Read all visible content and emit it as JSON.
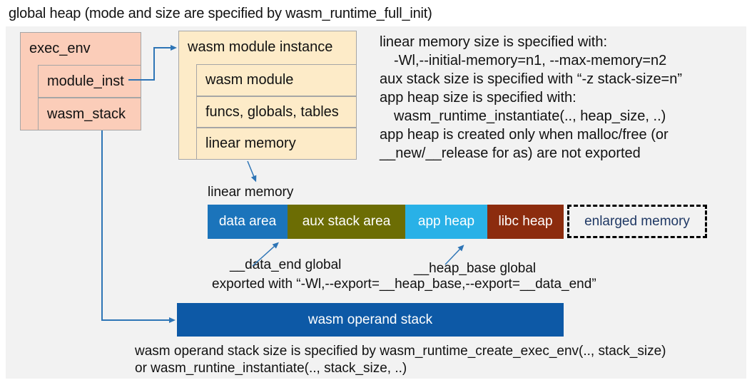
{
  "title": "global heap (mode and size are specified by wasm_runtime_full_init)",
  "exec_env": {
    "header": "exec_env",
    "rows": [
      "module_inst",
      "wasm_stack"
    ]
  },
  "module_instance": {
    "header": "wasm module instance",
    "rows": [
      "wasm module",
      "funcs, globals, tables",
      "linear memory"
    ]
  },
  "notes": {
    "lines": [
      "linear memory size is specified with:",
      "-Wl,--initial-memory=n1, --max-memory=n2",
      "aux stack size is specified with “-z stack-size=n”",
      "app heap size is specified with:",
      "wasm_runtime_instantiate(.., heap_size, ..)",
      "app heap is created only when malloc/free (or",
      "__new/__release for as) are not exported"
    ]
  },
  "linear_memory": {
    "label": "linear memory",
    "segments": [
      {
        "label": "data area",
        "color": "#1b74bb"
      },
      {
        "label": "aux stack area",
        "color": "#6c6d04"
      },
      {
        "label": "app heap",
        "color": "#29b1e7"
      },
      {
        "label": "libc heap",
        "color": "#8c2c0e"
      }
    ],
    "enlarged_label": "enlarged memory",
    "enlarged_text_color": "#1f3864"
  },
  "annotations": {
    "data_end": "__data_end global",
    "heap_base": "__heap_base global",
    "exported": "exported with “-Wl,--export=__heap_base,--export=__data_end”"
  },
  "operand_stack": {
    "label": "wasm operand stack",
    "color": "#0d59a6"
  },
  "footer": {
    "line1": "wasm operand stack size is specified by wasm_runtime_create_exec_env(.., stack_size)",
    "line2": "or wasm_runtine_instantiate(.., stack_size, ..)"
  },
  "colors": {
    "panel": "#f2f2f2",
    "box_salmon": "#fbcdb9",
    "box_cream": "#fdebc8",
    "box_border": "#a6a6a6",
    "connector": "#2e75b6",
    "enlarged_border": "#000000"
  }
}
